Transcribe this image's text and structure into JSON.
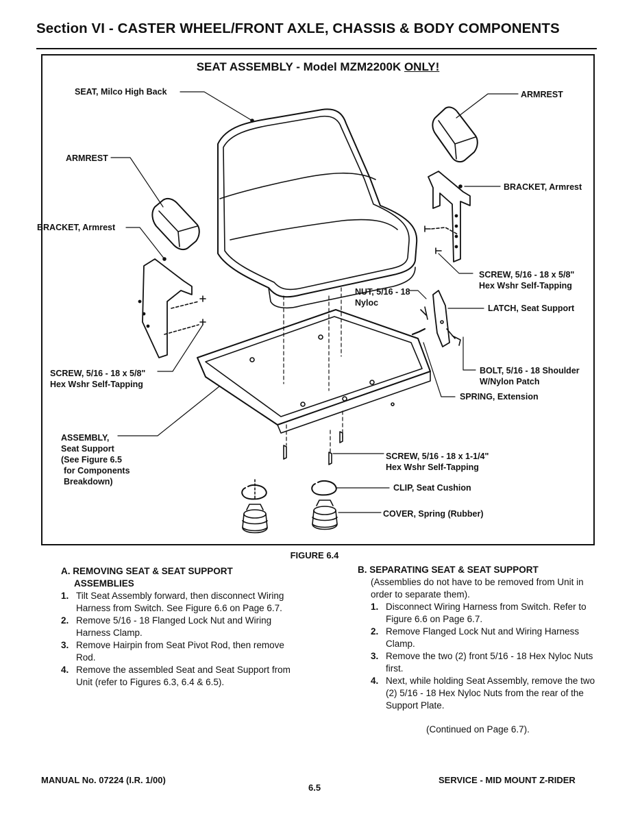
{
  "header": {
    "section_title": "Section VI - CASTER WHEEL/FRONT AXLE, CHASSIS & BODY COMPONENTS"
  },
  "figure": {
    "title_prefix": "SEAT ASSEMBLY - Model MZM2200K ",
    "title_emphasis": "ONLY!",
    "caption": "FIGURE 6.4",
    "callouts": {
      "seat": "SEAT, Milco High Back",
      "armrest_right": "ARMREST",
      "armrest_left": "ARMREST",
      "bracket_right": "BRACKET, Armrest",
      "bracket_left": "BRACKET, Armrest",
      "screw_right": [
        "SCREW, 5/16 - 18 x 5/8\"",
        "Hex Wshr Self-Tapping"
      ],
      "nut": [
        "NUT, 5/16 - 18",
        "Nyloc"
      ],
      "latch": "LATCH, Seat Support",
      "screw_left": [
        "SCREW, 5/16 - 18 x 5/8\"",
        "Hex Wshr Self-Tapping"
      ],
      "bolt": [
        "BOLT, 5/16 - 18 Shoulder",
        "W/Nylon Patch"
      ],
      "spring": "SPRING, Extension",
      "assembly": [
        "ASSEMBLY,",
        "Seat Support",
        "(See Figure 6.5",
        "for Components",
        "Breakdown)"
      ],
      "screw_long": [
        "SCREW, 5/16 - 18 x 1-1/4\"",
        "Hex Wshr Self-Tapping"
      ],
      "clip": "CLIP, Seat Cushion",
      "cover": "COVER, Spring (Rubber)"
    }
  },
  "section_a": {
    "heading_1": "A. REMOVING SEAT & SEAT SUPPORT",
    "heading_2": "ASSEMBLIES",
    "steps": [
      {
        "num": "1.",
        "text": "Tilt Seat Assembly forward, then disconnect Wiring Harness from Switch.  See Figure 6.6 on Page 6.7."
      },
      {
        "num": "2.",
        "text": "Remove 5/16 - 18 Flanged Lock Nut and Wiring Harness Clamp."
      },
      {
        "num": "3.",
        "text": "Remove Hairpin from Seat Pivot Rod, then remove Rod."
      },
      {
        "num": "4.",
        "text": "Remove the assembled Seat and Seat Support from Unit (refer to Figures 6.3, 6.4 & 6.5)."
      }
    ]
  },
  "section_b": {
    "heading": "B. SEPARATING SEAT & SEAT SUPPORT",
    "intro": "(Assemblies do not have to be removed from Unit in order to separate them).",
    "steps": [
      {
        "num": "1.",
        "text": "Disconnect Wiring Harness from Switch. Refer to Figure 6.6 on Page 6.7."
      },
      {
        "num": "2.",
        "text": "Remove Flanged Lock Nut and Wiring Harness Clamp."
      },
      {
        "num": "3.",
        "text": "Remove the two (2) front 5/16 - 18 Hex Nyloc Nuts first."
      },
      {
        "num": "4.",
        "text": "Next, while holding Seat Assembly, remove the two (2) 5/16 - 18 Hex Nyloc Nuts from the rear of the Support Plate."
      }
    ],
    "continued": "(Continued on Page 6.7)."
  },
  "footer": {
    "manual": "MANUAL No. 07224 (I.R. 1/00)",
    "page": "6.5",
    "title": "SERVICE - MID MOUNT Z-RIDER"
  }
}
